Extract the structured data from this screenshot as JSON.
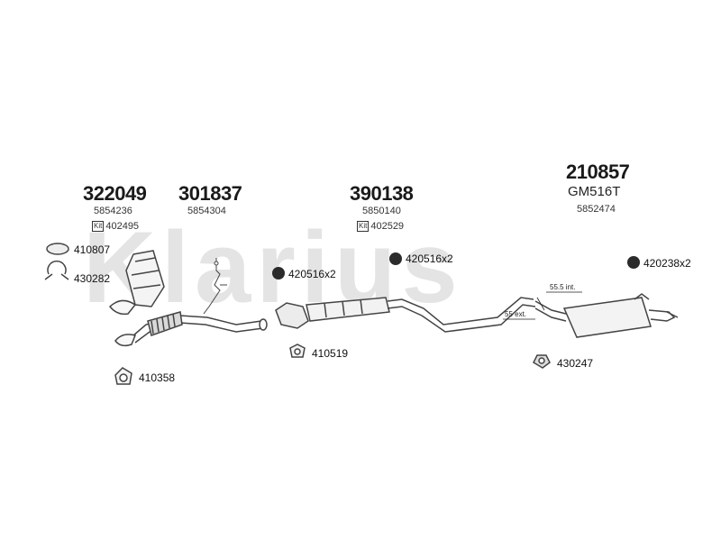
{
  "watermark": "Klarius",
  "parts": {
    "p322049": {
      "number": "322049",
      "oe": "5854236",
      "kit_label": "Kit",
      "kit_no": "402495"
    },
    "p301837": {
      "number": "301837",
      "oe": "5854304"
    },
    "p390138": {
      "number": "390138",
      "oe": "5850140",
      "kit_label": "Kit",
      "kit_no": "402529"
    },
    "p210857": {
      "number": "210857",
      "model": "GM516T",
      "oe": "5852474"
    }
  },
  "accessories": {
    "a410807": "410807",
    "a430282": "430282",
    "a420516_1": "420516x2",
    "a420516_2": "420516x2",
    "a420238": "420238x2",
    "a410519": "410519",
    "a410358": "410358",
    "a430247": "430247"
  },
  "dimensions": {
    "int": "55.5 int.",
    "ext": "55 ext."
  },
  "colors": {
    "line": "#444444",
    "watermark": "#e4e4e4"
  }
}
